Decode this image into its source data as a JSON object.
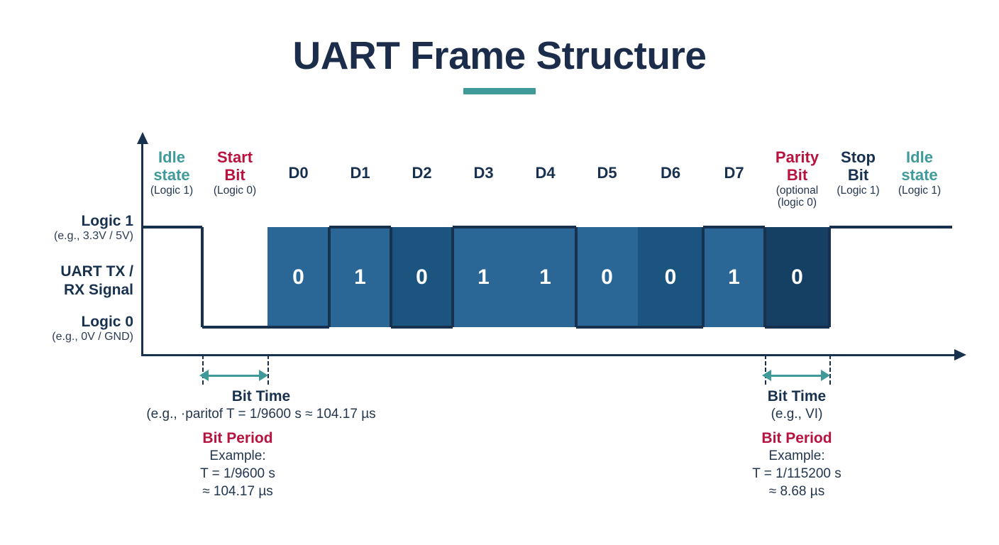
{
  "header": {
    "title": "UART Frame Structure",
    "accent_color": "#3f9a99"
  },
  "colors": {
    "navy": "#17314f",
    "teal": "#3f9a99",
    "crimson": "#b8133f",
    "fill_light": "#2a6797",
    "fill_mid": "#1c5480",
    "fill_dark": "#154063"
  },
  "axis": {
    "logic_high": {
      "name": "Logic 1",
      "detail": "(e.g., 3.3V / 5V)"
    },
    "signal": {
      "line1": "UART TX /",
      "line2": "RX Signal"
    },
    "logic_low": {
      "name": "Logic 0",
      "detail": "(e.g., 0V / GND)"
    }
  },
  "segments": [
    {
      "id": "idle-left",
      "name_line1": "Idle",
      "name_line2": "state",
      "sub": "(Logic 1)",
      "color": "teal",
      "level": 1,
      "value": null,
      "fill": null
    },
    {
      "id": "start-bit",
      "name_line1": "Start",
      "name_line2": "Bit",
      "sub": "(Logic 0)",
      "color": "crimson",
      "level": 0,
      "value": null,
      "fill": null
    },
    {
      "id": "d0",
      "name_line1": "D0",
      "name_line2": "",
      "sub": "",
      "color": "navy",
      "level": 0,
      "value": "0",
      "fill": "fill_light"
    },
    {
      "id": "d1",
      "name_line1": "D1",
      "name_line2": "",
      "sub": "",
      "color": "navy",
      "level": 1,
      "value": "1",
      "fill": "fill_light"
    },
    {
      "id": "d2",
      "name_line1": "D2",
      "name_line2": "",
      "sub": "",
      "color": "navy",
      "level": 0,
      "value": "0",
      "fill": "fill_mid"
    },
    {
      "id": "d3",
      "name_line1": "D3",
      "name_line2": "",
      "sub": "",
      "color": "navy",
      "level": 1,
      "value": "1",
      "fill": "fill_light"
    },
    {
      "id": "d4",
      "name_line1": "D4",
      "name_line2": "",
      "sub": "",
      "color": "navy",
      "level": 1,
      "value": "1",
      "fill": "fill_light"
    },
    {
      "id": "d5",
      "name_line1": "D5",
      "name_line2": "",
      "sub": "",
      "color": "navy",
      "level": 0,
      "value": "0",
      "fill": "fill_light"
    },
    {
      "id": "d6",
      "name_line1": "D6",
      "name_line2": "",
      "sub": "",
      "color": "navy",
      "level": 0,
      "value": "0",
      "fill": "fill_mid"
    },
    {
      "id": "d7",
      "name_line1": "D7",
      "name_line2": "",
      "sub": "",
      "color": "navy",
      "level": 1,
      "value": "1",
      "fill": "fill_light"
    },
    {
      "id": "parity-bit",
      "name_line1": "Parity",
      "name_line2": "Bit",
      "sub": "(optional",
      "sub2": "(logic 0)",
      "color": "crimson",
      "level": 0,
      "value": "0",
      "fill": "fill_dark"
    },
    {
      "id": "stop-bit",
      "name_line1": "Stop",
      "name_line2": "Bit",
      "sub": "(Logic 1)",
      "color": "navy",
      "level": 1,
      "value": null,
      "fill": null
    },
    {
      "id": "idle-right",
      "name_line1": "Idle",
      "name_line2": "state",
      "sub": "(Logic 1)",
      "color": "teal",
      "level": 1,
      "value": null,
      "fill": null
    }
  ],
  "data_bits": [
    "0",
    "1",
    "0",
    "1",
    "1",
    "0",
    "0",
    "1"
  ],
  "parity_value": "0",
  "annotations": {
    "left": {
      "bit_time_title": "Bit Time",
      "bit_time_detail": "(e.g., ·paritof T = 1/9600 s ≈ 104.17 µs",
      "bit_period_title": "Bit Period",
      "example_label": "Example:",
      "formula": "T = 1/9600 s",
      "result": "≈ 104.17 µs"
    },
    "right": {
      "bit_time_title": "Bit Time",
      "bit_time_detail": "(e.g., VI)",
      "bit_period_title": "Bit Period",
      "example_label": "Example:",
      "formula": "T = 1/115200 s",
      "result": "≈ 8.68 µs"
    }
  }
}
